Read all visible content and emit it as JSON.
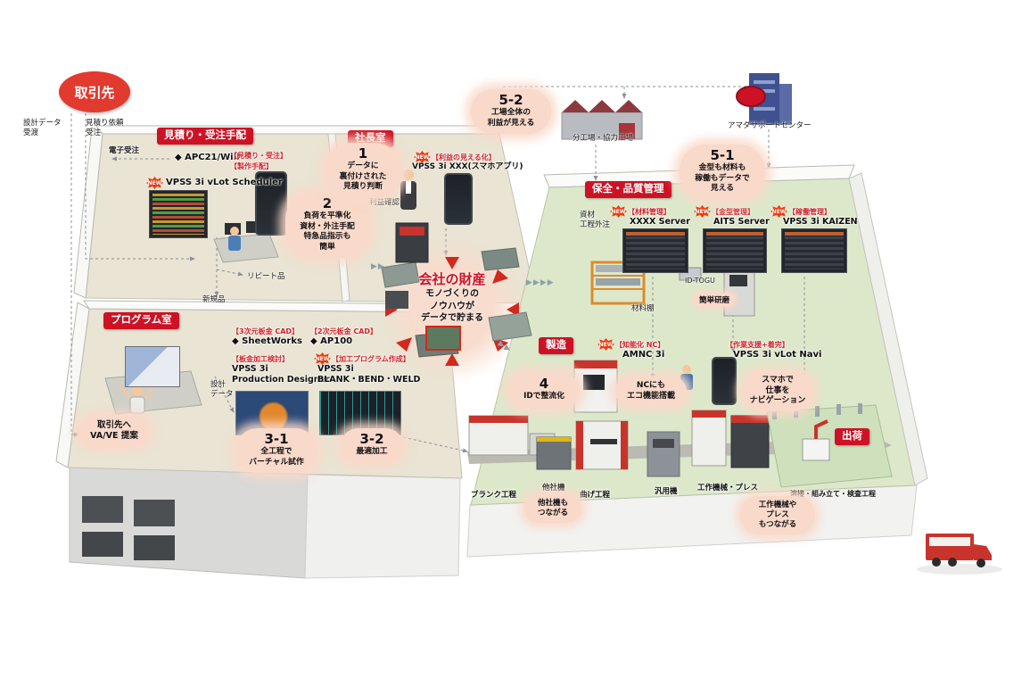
{
  "common": {
    "new_badge": "NEW"
  },
  "partner": {
    "label": "取引先",
    "design_data": "設計データ\n受渡",
    "quote_request": "見積り依頼\n受注",
    "electronic_order": "電子受注",
    "apc": "◆ APC21/Will"
  },
  "center": {
    "title": "会社の財産",
    "body": "モノづくりの\nノウハウが\nデータで貯まる"
  },
  "external": {
    "branch_factory": "分工場・協力工場",
    "support_center": "アマダサポートセンター"
  },
  "rooms": {
    "estimate": {
      "title": "見積り・受注手配",
      "tag_order": "【見積り・受注】",
      "tag_production": "【製作手配】",
      "product": "VPSS 3i vLot Scheduler",
      "repeat_item": "リピート品",
      "new_item": "新規品"
    },
    "president": {
      "title": "社長室",
      "tag": "【利益の見える化】",
      "product": "VPSS 3i XXX(スマホアプリ)",
      "profit_check": "利益確認"
    },
    "program": {
      "title": "プログラム室",
      "cad3d_tag": "【3次元板金 CAD】",
      "cad3d": "◆ SheetWorks",
      "cad2d_tag": "【2次元板金 CAD】",
      "cad2d": "◆ AP100",
      "review_tag": "【板金加工検討】",
      "review": "VPSS 3i\nProduction Designer",
      "program_tag": "【加工プログラム作成】",
      "program": "VPSS 3i\nBLANK・BEND・WELD",
      "design_data": "設計\nデータ"
    },
    "maintenance": {
      "title": "保全・品質管理",
      "material_outsource": "資材\n工程外注",
      "material_tag": "【材料管理】",
      "material": "XXXX Server",
      "die_tag": "【金型管理】",
      "die": "AITS Server",
      "operation_tag": "【稼働管理】",
      "operation": "VPSS 3i KAIZEN",
      "shelf": "材料棚",
      "id_togu": "ID-TOGU",
      "grinding": "簡単研磨"
    },
    "manufacturing": {
      "title": "製造",
      "nc_tag": "【知能化 NC】",
      "nc": "AMNC 3i",
      "navi_tag": "【作業支援+着完】",
      "navi": "VPSS 3i vLot Navi",
      "processes": {
        "blank": "ブランク工程",
        "other": "他社機",
        "bend": "曲げ工程",
        "general": "汎用機",
        "machine_press": "工作機械・プレス",
        "weld": "溶接・組み立て・検査工程"
      }
    },
    "shipping": {
      "title": "出荷"
    }
  },
  "callouts": {
    "c1": {
      "num": "1",
      "text": "データに\n裏付けされた\n見積り判断"
    },
    "c2": {
      "num": "2",
      "text": "負荷を平準化\n資材・外注手配\n特急品指示も\n簡単"
    },
    "c31": {
      "num": "3-1",
      "text": "全工程で\nバーチャル試作"
    },
    "c32": {
      "num": "3-2",
      "text": "最適加工"
    },
    "c4": {
      "num": "4",
      "text": "IDで整流化"
    },
    "c51": {
      "num": "5-1",
      "text": "金型も材料も\n稼働もデータで\n見える"
    },
    "c52": {
      "num": "5-2",
      "text": "工場全体の\n利益が見える"
    },
    "eco": "NCにも\nエコ機能搭載",
    "smartphone": "スマホで\n仕事を\nナビゲーション",
    "other_machines": "他社機も\nつながる",
    "machine_press": "工作機械や\nプレス\nもつながる",
    "vave": "取引先へ\nVA/VE 提案"
  },
  "decor": {
    "chain4": "▶▶▶▶",
    "chain2": "▶▶"
  },
  "colors": {
    "accent_red": "#ce1225",
    "new_badge": "#ef3a10",
    "floor_green": "#dde8cb",
    "floor_beige": "#e9e4d3",
    "callout_pink": "#f9d9c9"
  }
}
